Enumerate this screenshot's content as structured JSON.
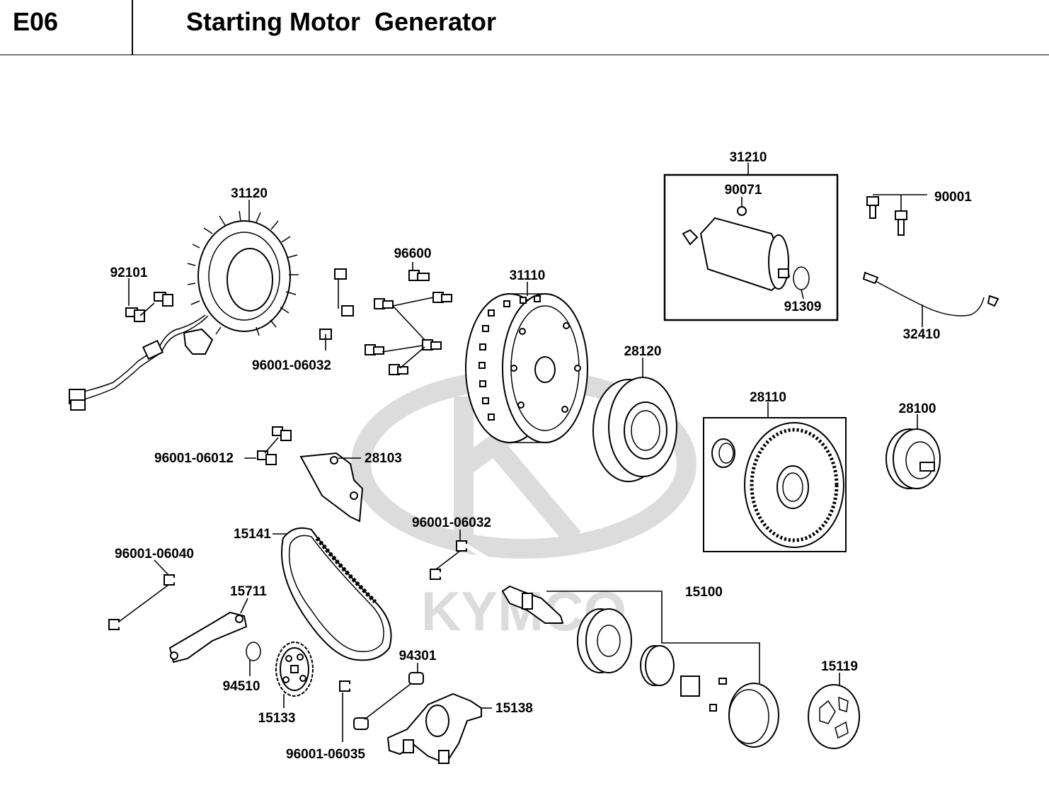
{
  "header": {
    "code": "E06",
    "title": "Starting Motor  Generator"
  },
  "watermark": {
    "brand": "KYMCO",
    "color": "#d9d9d9"
  },
  "parts": {
    "p31120": "31120",
    "p92101": "92101",
    "p96001_06032_top": "96001-06032",
    "p96600": "96600",
    "p31110": "31110",
    "p31210": "31210",
    "p90071": "90071",
    "p91309": "91309",
    "p90001": "90001",
    "p32410": "32410",
    "p28120": "28120",
    "p28110": "28110",
    "p28100": "28100",
    "p96001_06012": "96001-06012",
    "p28103": "28103",
    "p15141": "15141",
    "p96001_06032_mid": "96001-06032",
    "p96001_06040": "96001-06040",
    "p15711": "15711",
    "p15100": "15100",
    "p94510": "94510",
    "p15133": "15133",
    "p94301": "94301",
    "p15138": "15138",
    "p96001_06035": "96001-06035",
    "p15119": "15119"
  }
}
